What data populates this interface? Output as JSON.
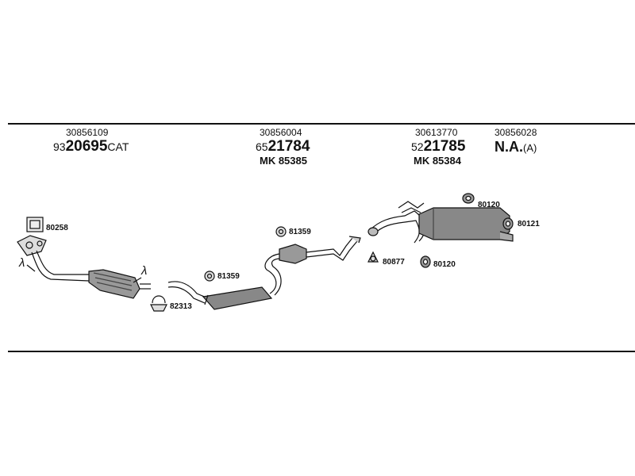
{
  "parts": [
    {
      "oe": "30856109",
      "prefix": "93",
      "num": "20695",
      "suffix": "CAT",
      "mk": ""
    },
    {
      "oe": "30856004",
      "prefix": "65",
      "num": "21784",
      "suffix": "",
      "mk": "MK 85385"
    },
    {
      "oe": "30613770",
      "prefix": "52",
      "num": "21785",
      "suffix": "",
      "mk": "MK 85384"
    },
    {
      "oe": "30856028",
      "na": "N.A.",
      "na_suffix": "(A)"
    }
  ],
  "codes": {
    "gasket_front": "80258",
    "clamp_front": "82313",
    "hanger_a": "81359",
    "hanger_b": "81359",
    "ring_mid": "80877",
    "rubber_a": "80120",
    "rubber_b": "80120",
    "rubber_c": "80121"
  },
  "lambda": "λ"
}
